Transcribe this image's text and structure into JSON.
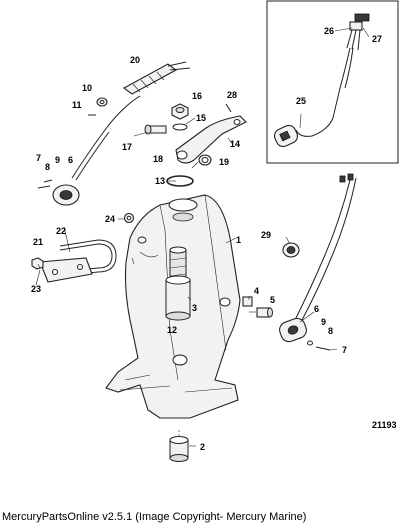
{
  "diagram": {
    "figure_number": "21193",
    "inset_callouts": [
      "25",
      "26",
      "27"
    ],
    "callouts": [
      "1",
      "2",
      "3",
      "4",
      "5",
      "6",
      "7",
      "8",
      "9",
      "10",
      "11",
      "12",
      "13",
      "14",
      "15",
      "16",
      "17",
      "18",
      "19",
      "20",
      "21",
      "22",
      "23",
      "24",
      "28",
      "29"
    ]
  },
  "footer": {
    "text": "MercuryPartsOnline v2.5.1 (Image Copyright- Mercury Marine)"
  }
}
